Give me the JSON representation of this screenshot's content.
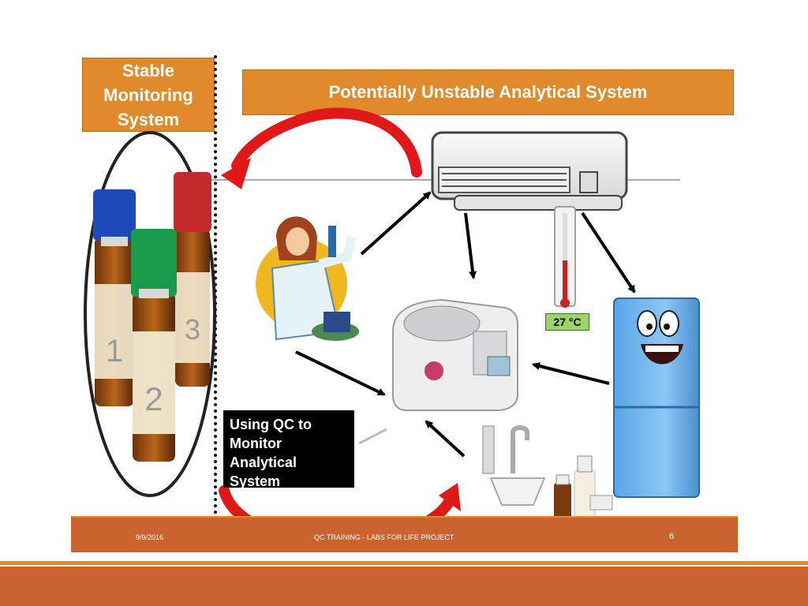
{
  "headers": {
    "stable_line1": "Stable",
    "stable_line2": "Monitoring",
    "stable_line3": "System",
    "unstable": "Potentially Unstable Analytical System"
  },
  "caption": {
    "line1": "Using QC to",
    "line2": "Monitor",
    "line3": "Analytical",
    "line4": "System"
  },
  "thermometer": {
    "reading": "27 °C"
  },
  "vials": [
    {
      "number": "1",
      "cap_color": "#1f49b8"
    },
    {
      "number": "2",
      "cap_color": "#1a9a4a"
    },
    {
      "number": "3",
      "cap_color": "#c42a2a"
    }
  ],
  "footer": {
    "date": "9/9/2016",
    "title": "QC TRAINING - LABS FOR LIFE PROJECT",
    "page": "6"
  },
  "colors": {
    "header_orange": "#e08a2b",
    "footer_rust": "#c9642f",
    "arrow_red": "#e01818"
  }
}
